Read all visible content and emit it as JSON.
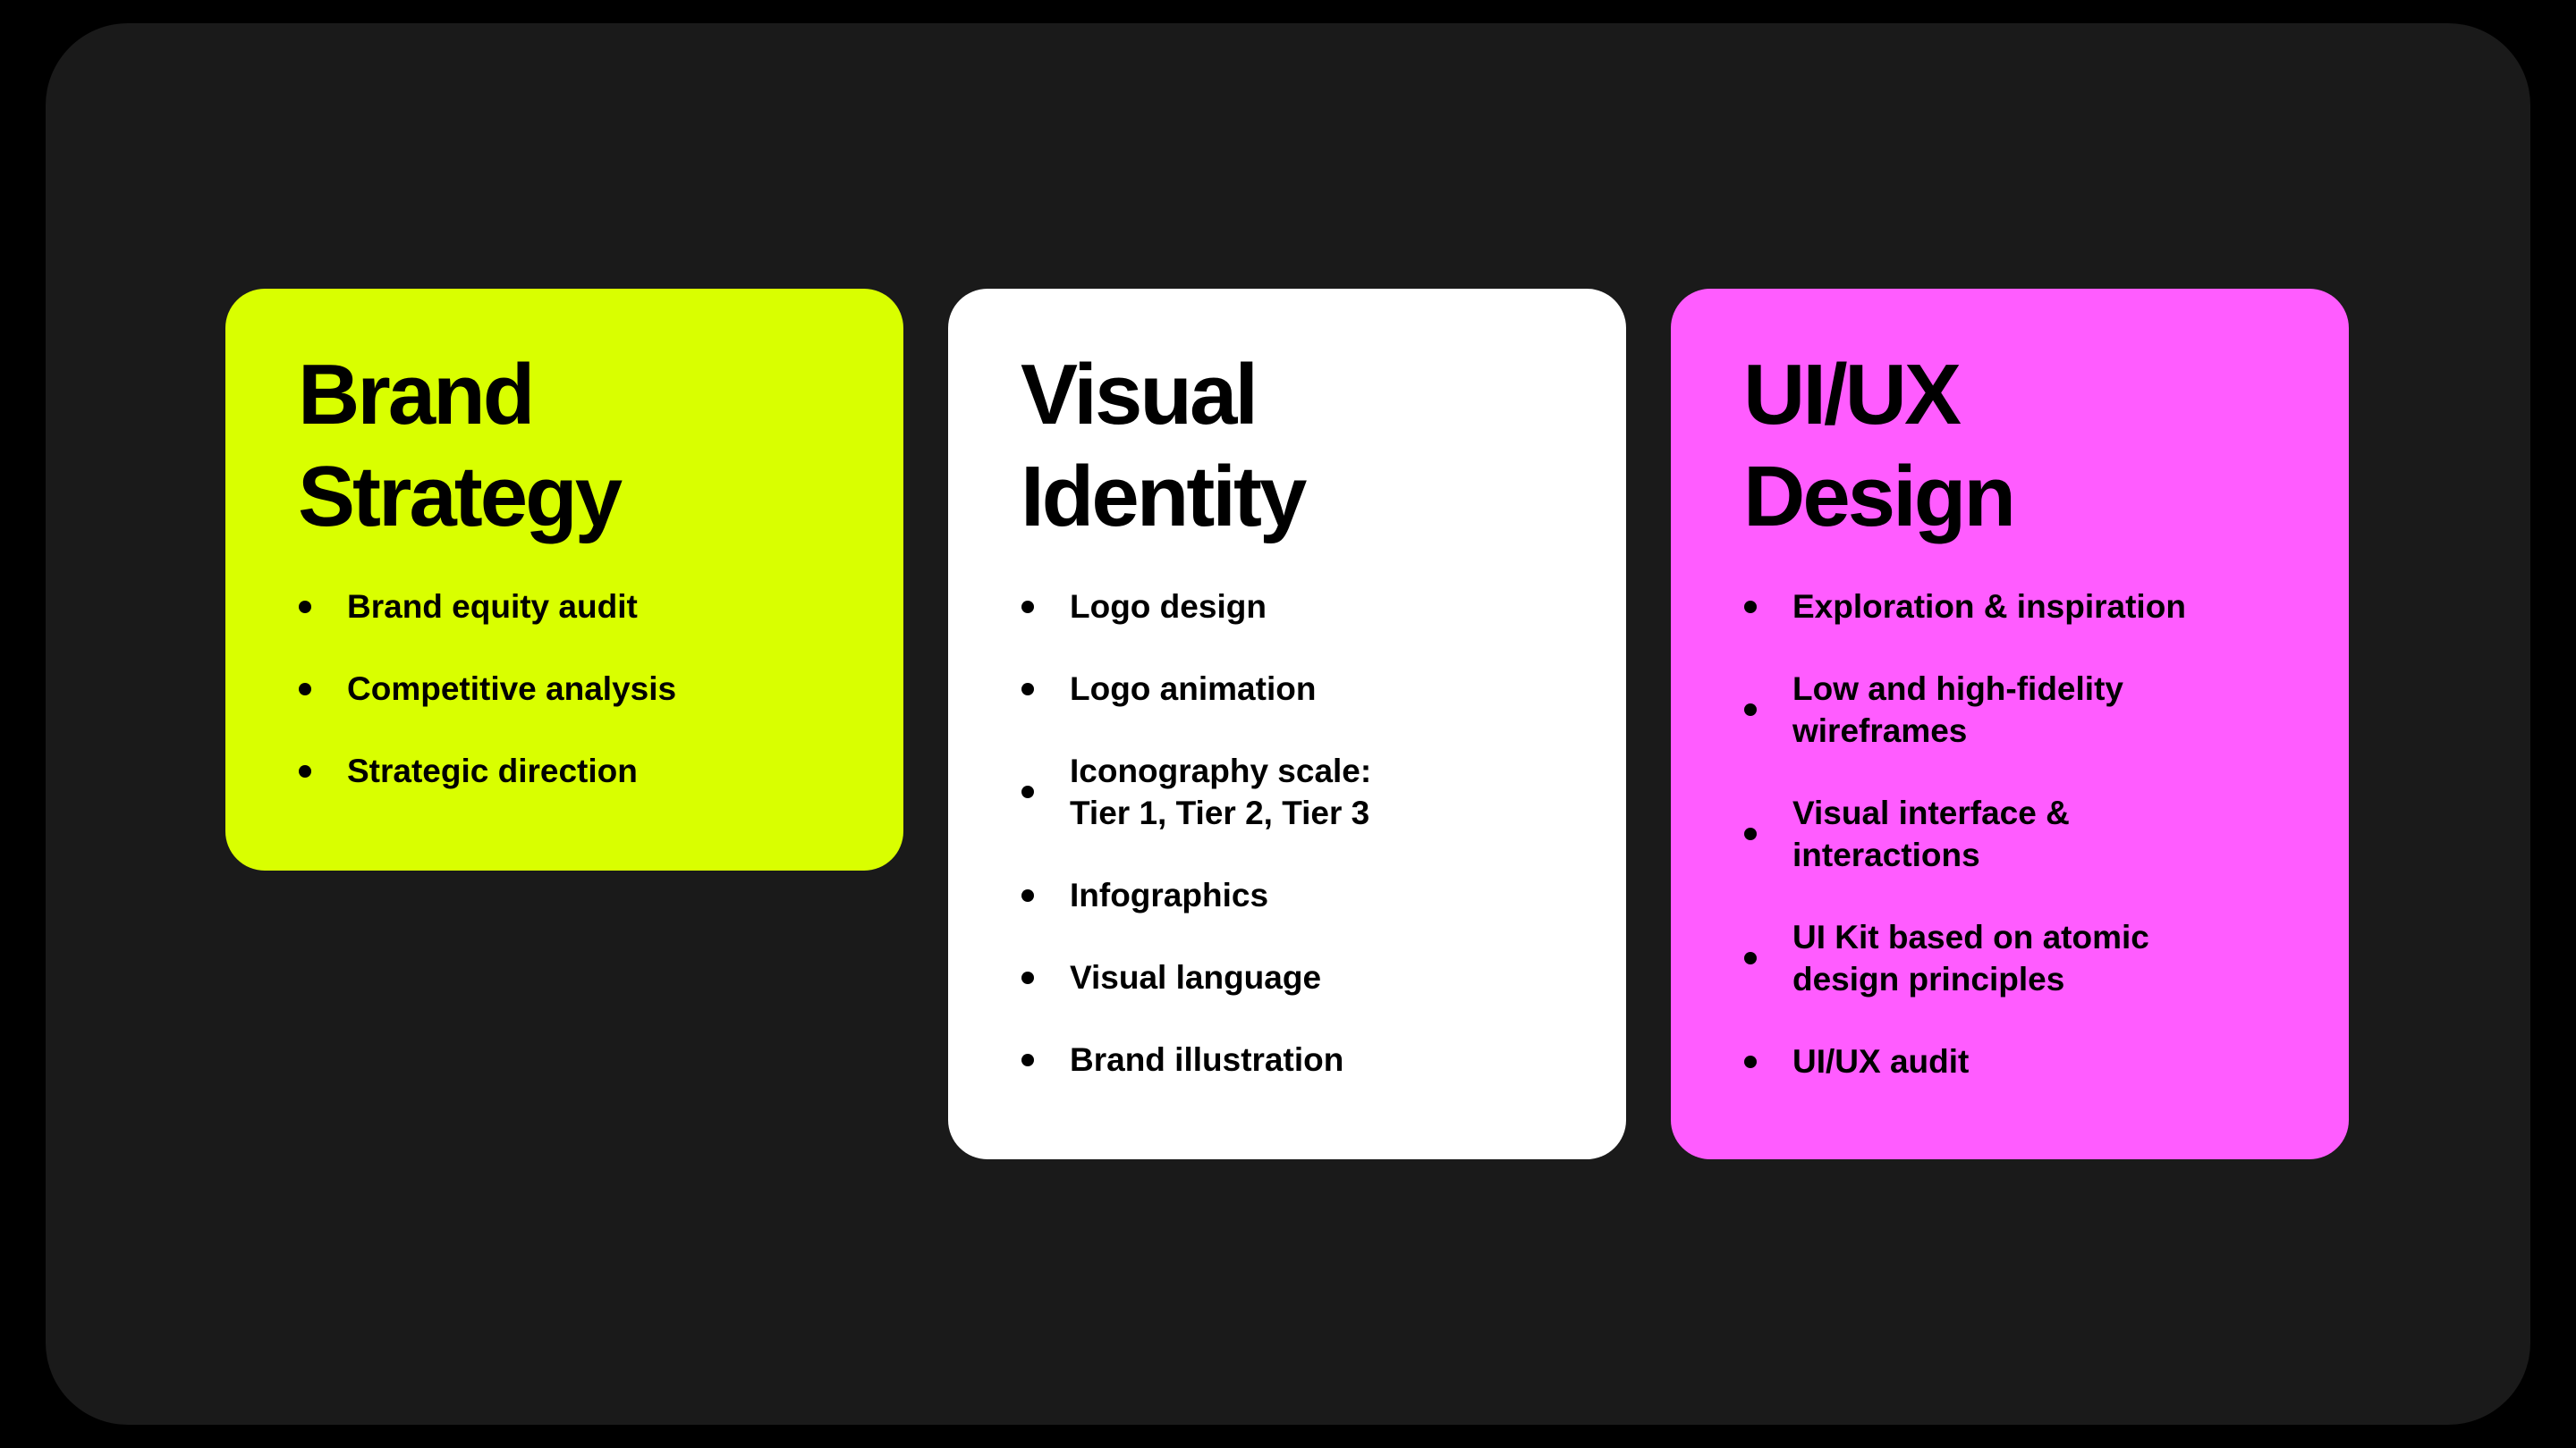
{
  "colors": {
    "background": "#000000",
    "panel": "#1a1a1a",
    "brand_card": "#d9ff00",
    "visual_card": "#ffffff",
    "uiux_card": "#ff5cff"
  },
  "cards": [
    {
      "title_line1": "Brand",
      "title_line2": "Strategy",
      "items": [
        "Brand equity audit",
        "Competitive analysis",
        "Strategic direction"
      ]
    },
    {
      "title_line1": "Visual",
      "title_line2": "Identity",
      "items": [
        "Logo design",
        "Logo animation",
        "Iconography scale: Tier 1, Tier 2, Tier 3",
        "Infographics",
        "Visual language",
        "Brand illustration"
      ]
    },
    {
      "title_line1": "UI/UX",
      "title_line2": "Design",
      "items": [
        "Exploration & inspiration",
        "Low and high-fidelity wireframes",
        "Visual interface & interactions",
        "UI Kit based on atomic design principles",
        "UI/UX audit"
      ]
    }
  ]
}
